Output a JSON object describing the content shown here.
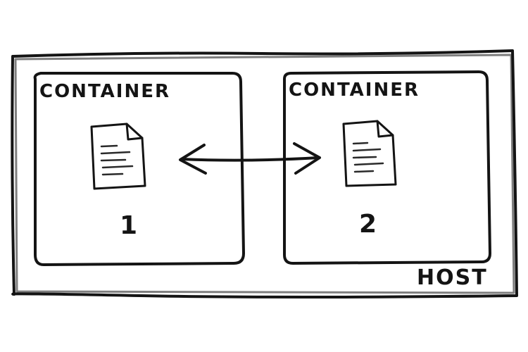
{
  "host": {
    "label": "HOST"
  },
  "containers": [
    {
      "label": "CONTAINER",
      "number": "1",
      "icon": "document-icon"
    },
    {
      "label": "CONTAINER",
      "number": "2",
      "icon": "document-icon"
    }
  ],
  "connector": {
    "type": "bidirectional-arrow"
  },
  "colors": {
    "ink": "#141414",
    "paper": "#ffffff"
  }
}
